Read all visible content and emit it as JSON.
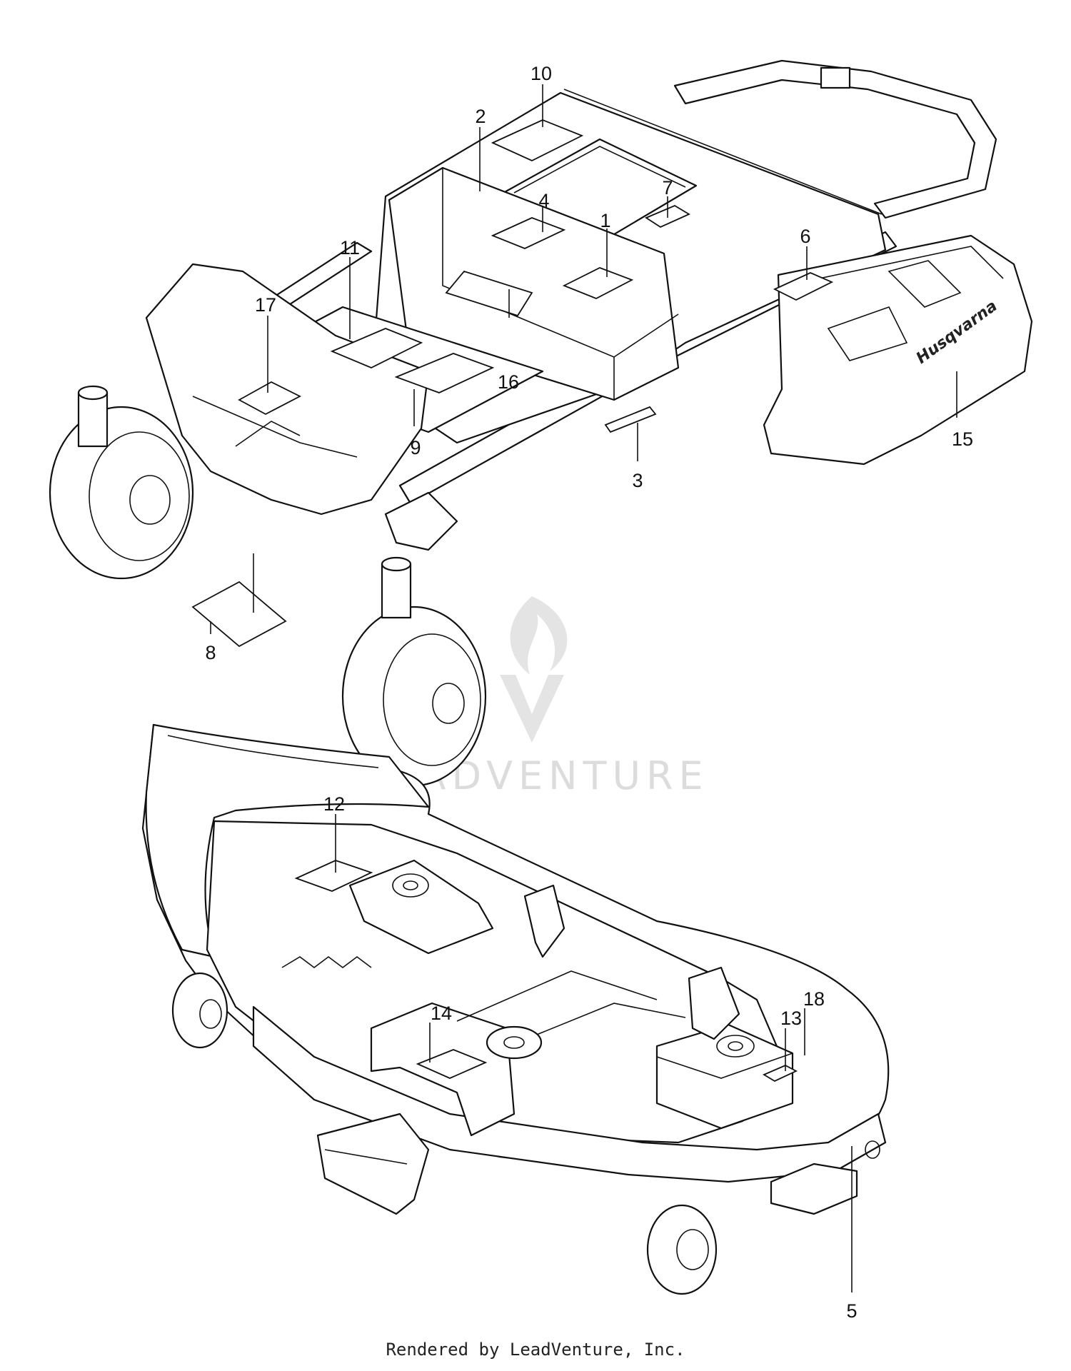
{
  "watermark": {
    "text": "LEADVENTURE"
  },
  "brand_logo": {
    "text": "Husqvarna"
  },
  "footer": {
    "text": "Rendered by LeadVenture, Inc."
  },
  "callouts": {
    "c1": "1",
    "c2": "2",
    "c3": "3",
    "c4": "4",
    "c5": "5",
    "c6": "6",
    "c7": "7",
    "c8": "8",
    "c9": "9",
    "c10": "10",
    "c11": "11",
    "c12": "12",
    "c13": "13",
    "c14": "14",
    "c15": "15",
    "c16": "16",
    "c17": "17",
    "c18": "18"
  }
}
